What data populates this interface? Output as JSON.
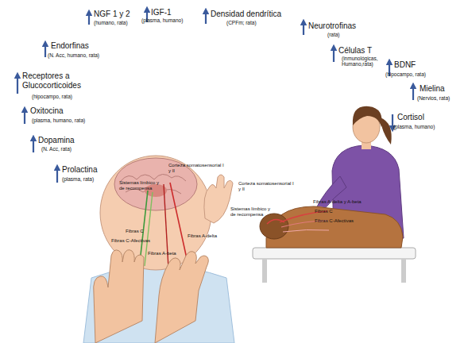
{
  "diagram": {
    "labels": [
      "NGF 1 y 2",
      "(humano, rata)",
      "IGF-1",
      "(plasma, humano)",
      "Densidad dendrítica",
      "(CPFm; rata)",
      "Neurotrofinas",
      "(rata)",
      "Endorfinas",
      "(N. Acc, humano, rata)",
      "Células T",
      "(inmunológicas, Humano,rata)",
      "BDNF",
      "(hipocampo, rata)",
      "Receptores a Glucocorticoides",
      "(hipocampo, rata)",
      "Mielina",
      "(Nervios, rata)",
      "Oxitocina",
      "(plasma, humano, rata)",
      "Cortisol",
      "(plasma, humano)",
      "Dopamina",
      "(N. Acc, rata)",
      "Prolactina",
      "(plasma, rata)",
      "Corteza somatosensorial I y II",
      "Sistemas límbico y de recompensa",
      "Fibras C",
      "Fibras C-Afectivas",
      "Fibras A-delta",
      "Fibras A-beta",
      "Corteza somatosensorial I y II",
      "Sistemas límbico y de recompensa",
      "Fibras A-delta y A-beta",
      "Fibras C",
      "Fibras C-Afectivas"
    ]
  }
}
